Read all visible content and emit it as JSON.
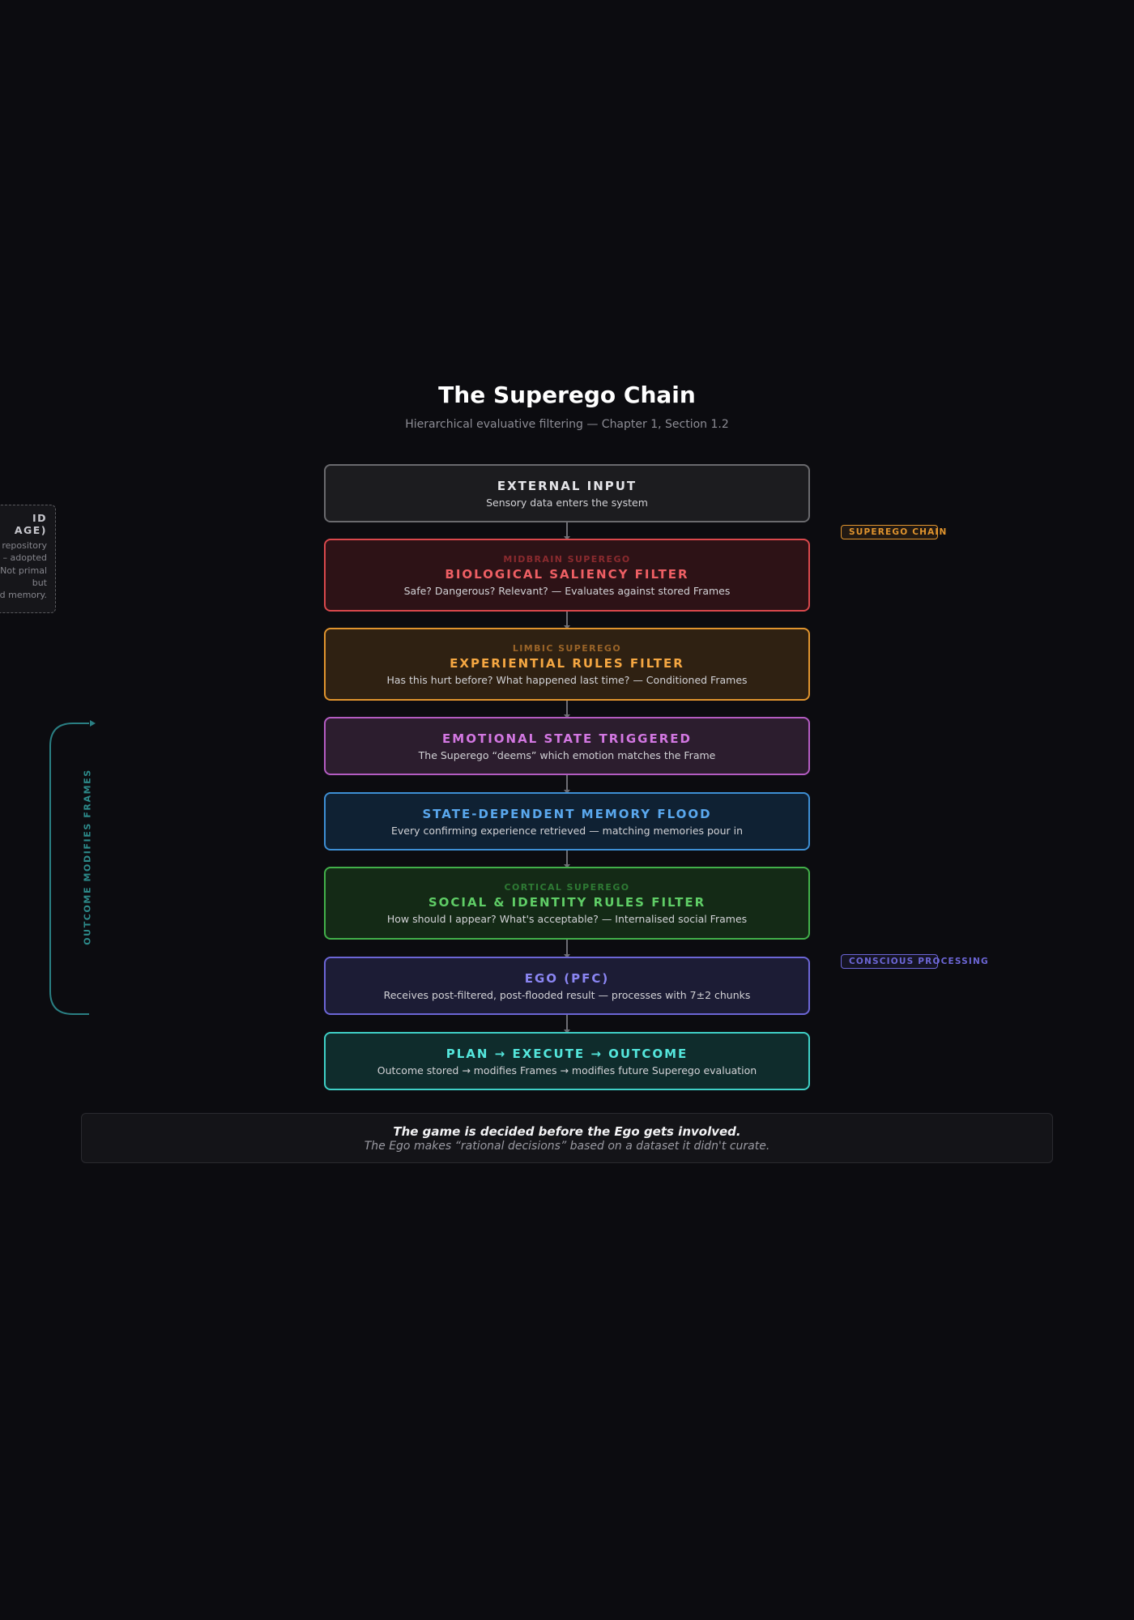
{
  "title": "The Superego Chain",
  "subtitle": "Hierarchical evaluative filtering — Chapter 1, Section 1.2",
  "id_card": {
    "title_line1": "ID",
    "title_line2": "AGE)",
    "lines": [
      "repository",
      "– adopted",
      "Not primal",
      "but",
      "d memory."
    ]
  },
  "stages": [
    {
      "layer": "",
      "heading": "EXTERNAL INPUT",
      "desc": "Sensory data enters the system",
      "colors": {
        "border": "#6a6a6e",
        "bg": "#1c1c1f",
        "layer": "",
        "heading": "#e4e4e8"
      }
    },
    {
      "layer": "MIDBRAIN SUPEREGO",
      "heading": "BIOLOGICAL SALIENCY FILTER",
      "desc": "Safe? Dangerous? Relevant? — Evaluates against stored Frames",
      "colors": {
        "border": "#d9484c",
        "bg": "#2d1216",
        "layer": "#8a2a2e",
        "heading": "#ef5f64"
      }
    },
    {
      "layer": "LIMBIC SUPEREGO",
      "heading": "EXPERIENTIAL RULES FILTER",
      "desc": "Has this hurt before? What happened last time? — Conditioned Frames",
      "colors": {
        "border": "#e0942e",
        "bg": "#2f2112",
        "layer": "#9a6428",
        "heading": "#f5a742"
      }
    },
    {
      "layer": "",
      "heading": "EMOTIONAL STATE TRIGGERED",
      "desc": "The Superego “deems” which emotion matches the Frame",
      "colors": {
        "border": "#b45cc2",
        "bg": "#2c1d2e",
        "layer": "",
        "heading": "#d377e2"
      }
    },
    {
      "layer": "",
      "heading": "STATE-DEPENDENT MEMORY FLOOD",
      "desc": "Every confirming experience retrieved — matching memories pour in",
      "colors": {
        "border": "#3e8fd4",
        "bg": "#0f2133",
        "layer": "",
        "heading": "#5aa8ee"
      }
    },
    {
      "layer": "CORTICAL SUPEREGO",
      "heading": "SOCIAL & IDENTITY RULES FILTER",
      "desc": "How should I appear? What's acceptable? — Internalised social Frames",
      "colors": {
        "border": "#42b04a",
        "bg": "#142a16",
        "layer": "#2e7a34",
        "heading": "#5fcd66"
      }
    },
    {
      "layer": "",
      "heading": "EGO (PFC)",
      "desc": "Receives post-filtered, post-flooded result — processes with 7±2 chunks",
      "colors": {
        "border": "#6c66d6",
        "bg": "#1c1c35",
        "layer": "",
        "heading": "#8a85f2"
      }
    },
    {
      "layer": "",
      "heading": "PLAN → EXECUTE → OUTCOME",
      "desc": "Outcome stored → modifies Frames → modifies future Superego evaluation",
      "colors": {
        "border": "#3fd0c6",
        "bg": "#0f2c2c",
        "layer": "",
        "heading": "#54e6dc"
      }
    }
  ],
  "tags": [
    {
      "label": "SUPEREGO CHAIN",
      "color": "#e0942e"
    },
    {
      "label": "CONSCIOUS PROCESSING",
      "color": "#6c66d6"
    }
  ],
  "loop_label": "OUTCOME MODIFIES FRAMES",
  "footer": {
    "bold": "The game is decided before the Ego gets involved.",
    "italic": "The Ego makes “rational decisions” based on a dataset it didn't curate."
  }
}
